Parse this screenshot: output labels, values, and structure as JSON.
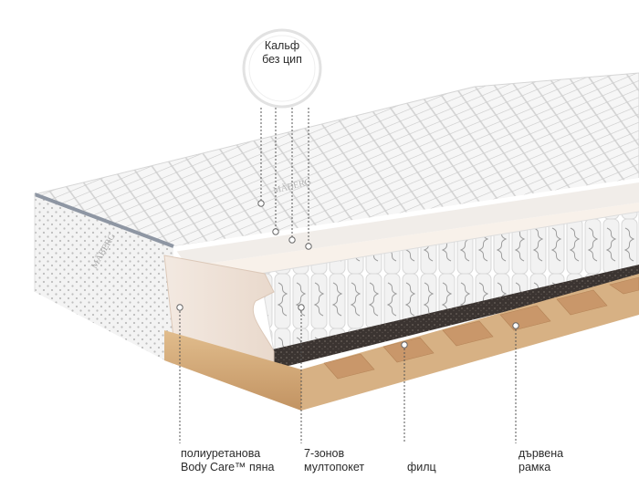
{
  "callouts": {
    "cover": {
      "line1": "Кальф",
      "line2": "без цип"
    },
    "foam": {
      "line1": "полиуретанова",
      "line2": "Body Care™ пяна"
    },
    "springs": {
      "line1": "7-зонов",
      "line2": "мултопокет"
    },
    "felt": {
      "line1": "филц"
    },
    "frame": {
      "line1": "дървена",
      "line2": "рамка"
    }
  },
  "cover_text": "MÄBERG",
  "colors": {
    "cover": "#f4f4f4",
    "foam": "#efe2d8",
    "felt": "#3b3431",
    "wood": "#d3a978",
    "callout_line": "#555555"
  }
}
